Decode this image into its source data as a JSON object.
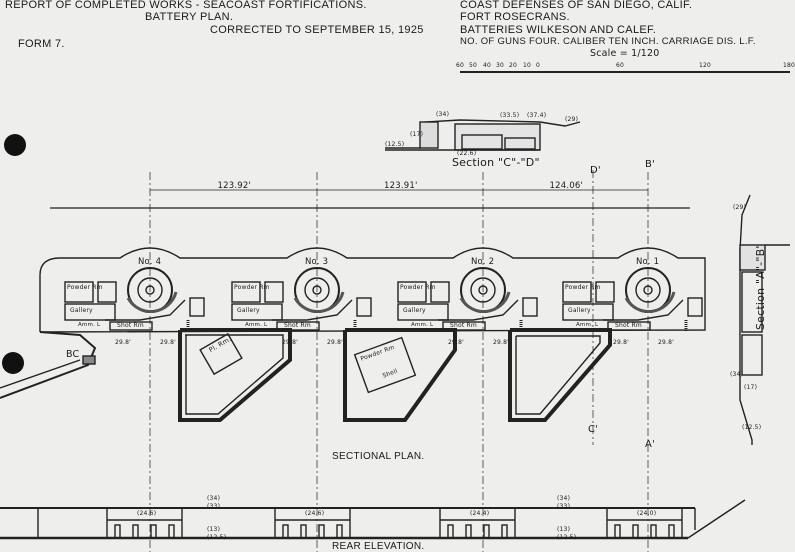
{
  "header_left": {
    "line1": "REPORT OF COMPLETED WORKS - SEACOAST FORTIFICATIONS.",
    "line2": "BATTERY PLAN.",
    "line3": "CORRECTED TO   SEPTEMBER 15, 1925",
    "form": "FORM 7."
  },
  "header_right": {
    "line1": "COAST DEFENSES OF SAN DIEGO, CALIF.",
    "line2": "FORT ROSECRANS.",
    "line3": "BATTERIES WILKESON AND CALEF.",
    "line4": "NO. OF GUNS FOUR. CALIBER TEN INCH. CARRIAGE DIS. L.F.",
    "scale": "Scale = 1/120",
    "scale_ticks": [
      "60",
      "50",
      "40",
      "30",
      "20",
      "10",
      "0",
      "60",
      "120",
      "180"
    ]
  },
  "section_cd": {
    "title": "Section \"C\"-\"D\"",
    "elev": [
      "(34)",
      "(33.5)",
      "(37.4)",
      "(29)",
      "(17)",
      "(12.5)",
      "(22.6)"
    ]
  },
  "section_ab": {
    "title": "Section \"A\"-\"B\"",
    "elev": [
      "(29)",
      "(34)",
      "(17)",
      "(12.5)"
    ]
  },
  "dimensions": [
    "123.92'",
    "123.91'",
    "124.06'"
  ],
  "section_markers": {
    "c": "C'",
    "d": "D'",
    "a": "A'",
    "b": "B'"
  },
  "guns": [
    {
      "label": "No. 4"
    },
    {
      "label": "No. 3"
    },
    {
      "label": "No. 2"
    },
    {
      "label": "No. 1"
    }
  ],
  "rooms": {
    "powder": "Powder Rm",
    "gallery": "Gallery",
    "shot": "Shot Rm",
    "amm": "Amm. L",
    "plotting": "Pl. Rm.",
    "shell": "Shell"
  },
  "bc_label": "BC",
  "sectional_plan": "SECTIONAL PLAN.",
  "rear_elevation": "REAR ELEVATION.",
  "elevation_marks": [
    "(34)",
    "(33)",
    "(24.6)",
    "(24.6)",
    "(24.4)",
    "(24.0)",
    "(13)",
    "(12.5)"
  ]
}
